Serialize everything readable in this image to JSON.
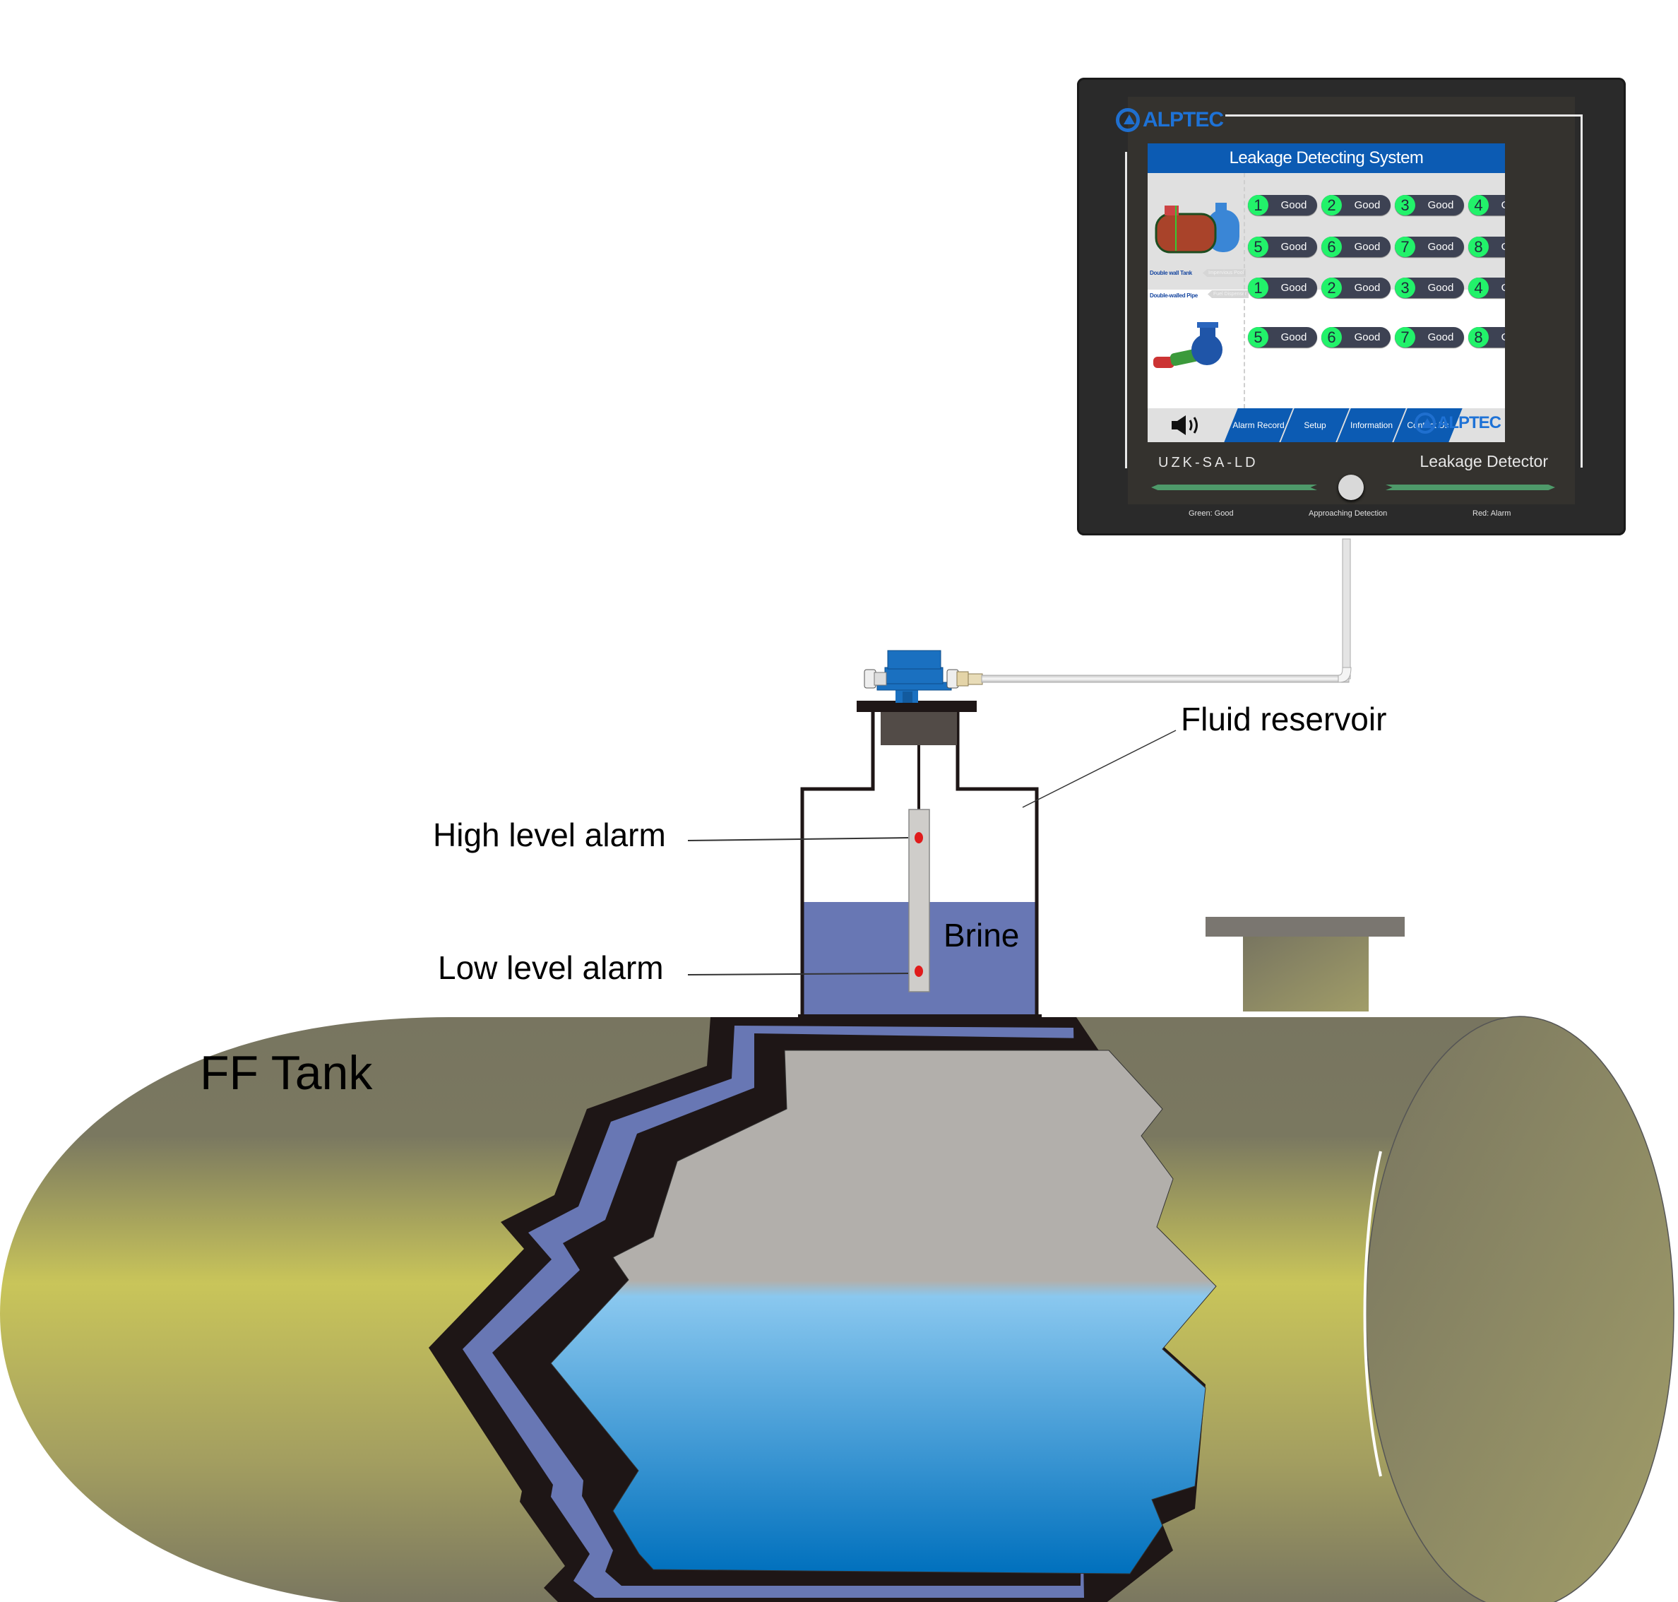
{
  "diagram": {
    "labels": {
      "fluid_reservoir": "Fluid reservoir",
      "high_level_alarm": "High level alarm",
      "low_level_alarm": "Low level alarm",
      "brine": "Brine",
      "tank": "FF Tank"
    },
    "colors": {
      "tank_dark": "#787560",
      "tank_light": "#c9c55a",
      "brine": "#6877b4",
      "fuel_gray": "#b2afab",
      "water_top": "#8ac8ef",
      "water_bottom": "#0070bd",
      "outline": "#1e1616",
      "sensor_blue": "#1a70c0",
      "alarm_dot": "#e01b1b"
    }
  },
  "monitor": {
    "brand": "ALPTEC",
    "screen_title": "Leakage Detecting System",
    "categories": {
      "active_upper": "Double wall Tank",
      "ghost_upper": "Impervious Pool",
      "active_lower": "Double-walled Pipe",
      "ghost_lower": "Fuel Dispenser"
    },
    "upper_sensors": [
      {
        "num": "1",
        "status": "Good"
      },
      {
        "num": "2",
        "status": "Good"
      },
      {
        "num": "3",
        "status": "Good"
      },
      {
        "num": "4",
        "status": "Good"
      },
      {
        "num": "5",
        "status": "Good"
      },
      {
        "num": "6",
        "status": "Good"
      },
      {
        "num": "7",
        "status": "Good"
      },
      {
        "num": "8",
        "status": "Good"
      }
    ],
    "lower_sensors": [
      {
        "num": "1",
        "status": "Good"
      },
      {
        "num": "2",
        "status": "Good"
      },
      {
        "num": "3",
        "status": "Good"
      },
      {
        "num": "4",
        "status": "Good"
      },
      {
        "num": "5",
        "status": "Good"
      },
      {
        "num": "6",
        "status": "Good"
      },
      {
        "num": "7",
        "status": "Good"
      },
      {
        "num": "8",
        "status": "Good"
      }
    ],
    "nav": [
      "Alarm Record",
      "Setup",
      "Information",
      "Contact Us"
    ],
    "model": "UZK-SA-LD",
    "product": "Leakage Detector",
    "legend_good": "Green: Good",
    "legend_center": "Approaching Detection",
    "legend_alarm": "Red: Alarm",
    "colors": {
      "header": "#0c5bb3",
      "ok": "#22f26a",
      "pill": "#3d4253",
      "bezel": "#2a2a2a"
    }
  }
}
